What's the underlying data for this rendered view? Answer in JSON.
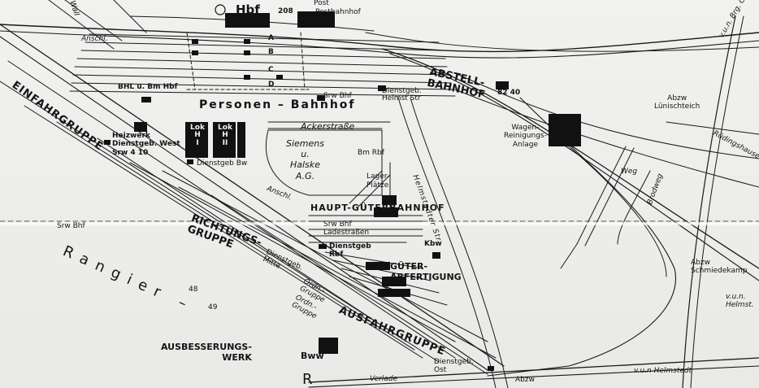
{
  "map": {
    "labels": {
      "hbf": "Hbf",
      "post": "Post",
      "postbahnhof": "Postbahnhof",
      "code_208": "208",
      "anschl_top": "Anschl.",
      "platform_a": "A",
      "platform_b": "B",
      "platform_c": "C",
      "platform_d": "D",
      "bhlu_bm": "BHL u. Bm Hbf",
      "srw_bhf_top": "Srw Bhf",
      "dienstgeb_helmst": "Dienstgeb. Helmst Str",
      "personen_bahnhof": "Personen – Bahnhof",
      "abstell_bahnhof": "ABSTELL-\nBAHNHOF",
      "code_82": "82 40",
      "abzw_lunischteich": "Abzw\nLünischteich",
      "v_u_n_brg": "v.u.n. Brg. Gl.",
      "rudingshausen": "Rüdingshausen",
      "ackerstrasse": "Ackerstraße",
      "einfahrgruppe": "EINFAHRGRUPPE",
      "heizwerk": "Heizwerk\nDienstgeb. West\nSrw 4 10",
      "lok_1": "Lok\nH\nI",
      "lok_2": "Lok\nH\nII",
      "dienstgeb_bw": "Dienstgeb Bw",
      "siemens": "Siemens\nu.\nHalske\nA.G.",
      "bm_rbf": "Bm Rbf",
      "lager_plaetze": "Lager-\nPlätze",
      "helmstedter_str": "Helmstedter Str.",
      "wagen_reinigung": "Wagen-\nReinigungs-\nAnlage",
      "weg": "Weg",
      "brodweg": "Brodweg",
      "anschl_mid": "Anschl.",
      "haupt_gueterbahnhof": "HAUPT-GÜTERBAHNHOF",
      "srw_bhf_left": "Srw Bhf",
      "richtungsgruppe": "RICHTUNGS-\nGRUPPE",
      "srw_bhf_ladestrasse": "Srw Bhf\nLadestraßen",
      "dienstgeb_rbf": "Dienstgeb\nRbf",
      "kbw": "Kbw",
      "gueter_abfertigung": "GÜTER-\nABFERTIGUNG",
      "dienstgeb_mitte": "Dienstgeb.\nMitte",
      "ordn_gruppe_1": "Ordn.-\nGruppe",
      "ordn_gruppe_2": "Ordn.-\nGruppe",
      "num_48": "48",
      "num_49": "49",
      "rangier": "Rangier –",
      "ausfahrgruppe": "AUSFAHRGRUPPE",
      "ausbesserungswerk": "AUSBESSERUNGS-\nWERK",
      "bww": "Bww",
      "abzw_schmiedekamp": "Abzw\nSchmiedekamp",
      "v_u_n_helmstedt_r": "v.u.n.\nHelmst.",
      "dienstgeb_ost": "Dienstgeb.\nOst",
      "abzw_bottom": "Abzw",
      "v_u_n_helmstedt": "v.u.n Helmstedt",
      "r_letter": "R",
      "verlade": "Verlade",
      "wall_top": "Wall"
    }
  }
}
